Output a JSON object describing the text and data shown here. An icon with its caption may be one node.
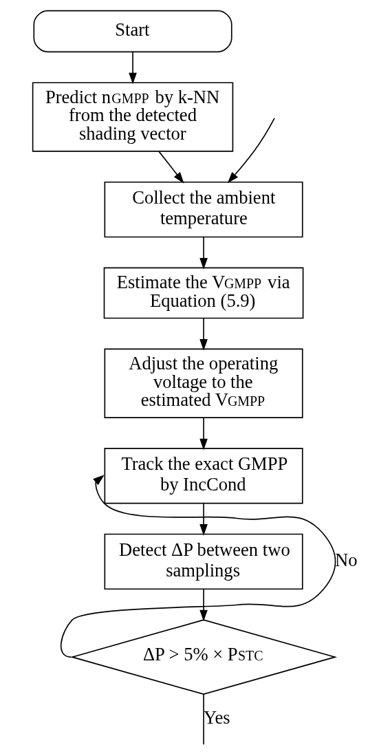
{
  "diagram": {
    "nodes": [
      {
        "text": [
          "Start"
        ]
      },
      {
        "text": [
          "Predict n$_{GMPP}$ by k-NN from the detected shading vector"
        ]
      },
      {
        "text": [
          "Collect the ambient temperature"
        ]
      },
      {
        "text": [
          "Estimate the V$_{GMPP}$ via Equation (5.9)"
        ]
      },
      {
        "text": [
          "Adjust the operating voltage to the estimated V$_{GMPP}$"
        ]
      },
      {
        "text": [
          "Track the exact GMPP by IncCond"
        ]
      },
      {
        "text": [
          "Detect ΔP between two samplings"
        ]
      },
      {
        "text": [
          "ΔP > 5% × P$_{STC}$"
        ]
      }
    ],
    "edges": [
      {
        "from": 0,
        "to": 1,
        "arrow": "to"
      },
      {
        "from": 1,
        "to": 2,
        "arrow": "to"
      },
      {
        "from": null,
        "to": 2,
        "arrow": "to"
      },
      {
        "from": 2,
        "to": 3,
        "arrow": "to"
      },
      {
        "from": 3,
        "to": 4,
        "arrow": "to"
      },
      {
        "from": 4,
        "to": 5,
        "arrow": "to"
      },
      {
        "from": 5,
        "to": 6,
        "arrow": "to"
      },
      {
        "from": 6,
        "to": 7,
        "arrow": "to"
      },
      {
        "from": 7,
        "to": 5,
        "arrow": "to",
        "label": "No"
      },
      {
        "from": 7,
        "to": null,
        "arrow": "none",
        "label": "Yes"
      }
    ]
  }
}
